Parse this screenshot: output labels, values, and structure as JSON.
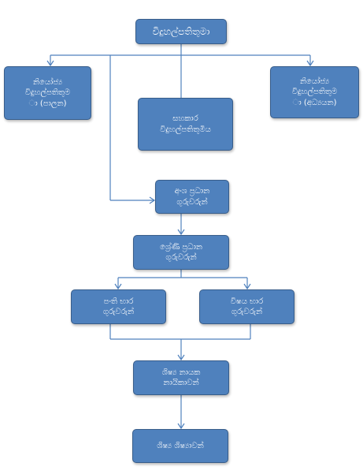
{
  "nodes": {
    "principal": {
      "label": "විදුහල්පතිතුමා"
    },
    "deputy_left": {
      "label": "නියෝජ්‍ය\nවිදුහල්පතිතුම\nා (පාලන)"
    },
    "assistant": {
      "label": "සහකාර\nවිදුහල්පතිතුමිය"
    },
    "deputy_right": {
      "label": "නියෝජ්‍ය\nවිදුහල්පතිතුම\nා (අධ්‍යයන)"
    },
    "sectional_head": {
      "label": "අංශ ප්‍රධාන\nගුරුවරුන්"
    },
    "grade_head": {
      "label": "ශ්‍රේණි ප්‍රධාන\nගුරුවරුන්"
    },
    "class_teachers": {
      "label": "පංති භාර\nගුරුවරුන්"
    },
    "subject_teachers": {
      "label": "විෂය භාර\nගුරුවරුන්"
    },
    "prefects": {
      "label": "ශිෂ්‍ය නායක\nනායිකාවන්"
    },
    "students": {
      "label": "ශිෂ්‍ය ශිෂ්‍යාවන්"
    }
  },
  "colors": {
    "box_fill": "#4f81bd",
    "box_border": "#385d8a",
    "connector": "#4f81bd",
    "text": "#ffffff"
  }
}
